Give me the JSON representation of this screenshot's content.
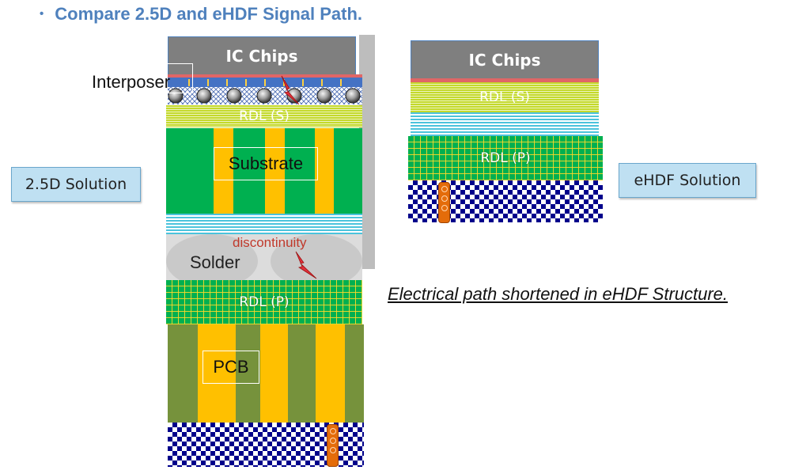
{
  "title": {
    "bullet": "•",
    "text": "Compare 2.5D and eHDF Signal Path."
  },
  "left_stack": {
    "ic_chips": "IC Chips",
    "interposer": "Interposer",
    "rdl_s": "RDL (S)",
    "substrate": "Substrate",
    "discontinuity": "discontinuity",
    "solder": "Solder",
    "rdl_p": "RDL (P)",
    "pcb": "PCB"
  },
  "right_stack": {
    "ic_chips": "IC Chips",
    "rdl_s": "RDL (S)",
    "rdl_p": "RDL (P)"
  },
  "callouts": {
    "solution_25d": "2.5D Solution",
    "solution_ehdf": "eHDF Solution"
  },
  "note": "Electrical path shortened in eHDF Structure.",
  "colors": {
    "title": "#4f81bd",
    "chips": "#7f7f7f",
    "rdl_s": "#c4d92c",
    "green": "#00b050",
    "gold": "#ffc000",
    "olive": "#76923c",
    "checker": "#00008b",
    "via": "#e46c0a",
    "lightning": "#e0303a",
    "callout": "#bfe0f2"
  }
}
